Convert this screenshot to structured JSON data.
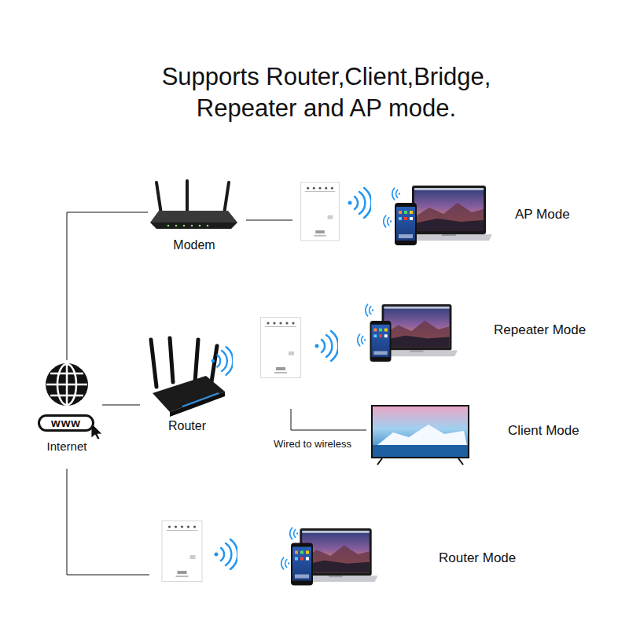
{
  "diagram": {
    "title": "Supports Router,Client,Bridge, Repeater and AP mode.",
    "nodes": [
      {
        "text": [
          "www",
          "Internet"
        ]
      },
      {
        "text": [
          "Modem"
        ]
      },
      {
        "text": [
          "Router"
        ]
      }
    ],
    "edges": [
      {
        "from": 0,
        "to": 1,
        "arrow": "none"
      },
      {
        "from": 0,
        "to": 2,
        "arrow": "none"
      }
    ],
    "labels": [
      "AP Mode",
      "Repeater Mode",
      "Wired to wireless",
      "Client Mode",
      "Router Mode"
    ]
  }
}
